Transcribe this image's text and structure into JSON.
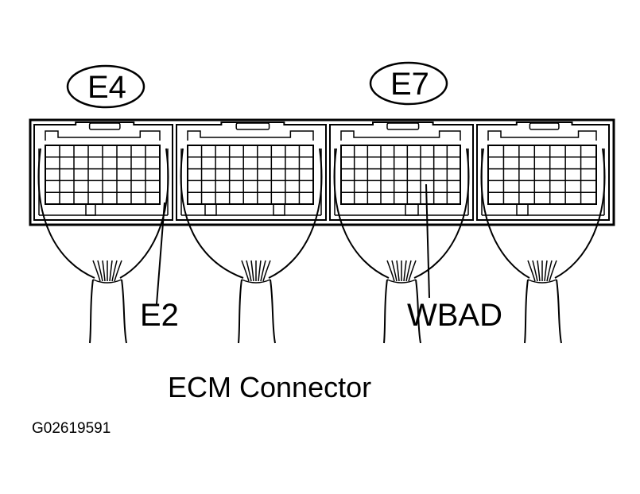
{
  "connectors": {
    "left_oval_label": "E4",
    "right_oval_label": "E7"
  },
  "callouts": {
    "e2": "E2",
    "wbad": "WBAD"
  },
  "caption": "ECM Connector",
  "figure_code": "G02619591",
  "colors": {
    "ink": "#000000",
    "paper": "#ffffff"
  }
}
